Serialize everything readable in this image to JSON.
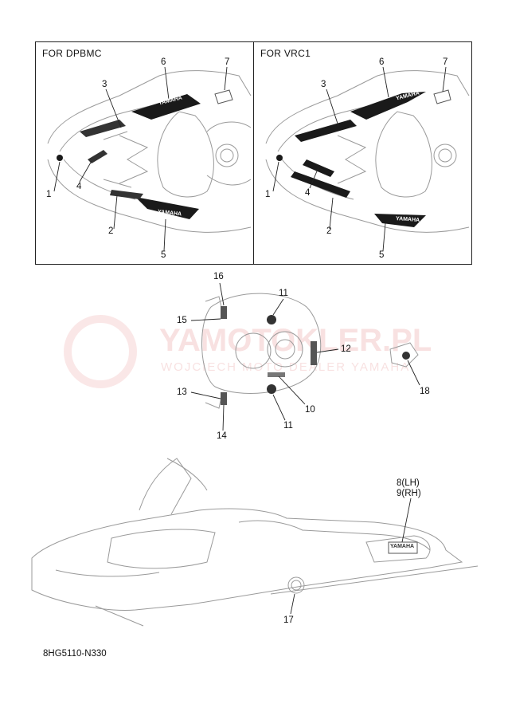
{
  "panels": [
    {
      "title": "FOR DPBMC"
    },
    {
      "title": "FOR VRC1"
    }
  ],
  "decal_text": "YAMAHA",
  "left_callouts": [
    "1",
    "2",
    "3",
    "4",
    "5",
    "6",
    "7"
  ],
  "right_callouts": [
    "1",
    "2",
    "3",
    "4",
    "5",
    "6",
    "7"
  ],
  "mid_callouts": [
    "16",
    "11",
    "15",
    "12",
    "13",
    "10",
    "11",
    "14",
    "18"
  ],
  "bottom_callouts": {
    "lh": "8(LH)",
    "rh": "9(RH)",
    "seventeen": "17"
  },
  "watermark": {
    "main": "YAMOTOKLER.PL",
    "sub": "WOJCIECH MOTO DEALER YAMAHA"
  },
  "diagram_code": "8HG5110-N330",
  "colors": {
    "line": "#9a9a9a",
    "ink": "#111111",
    "watermark": "#e17878"
  }
}
